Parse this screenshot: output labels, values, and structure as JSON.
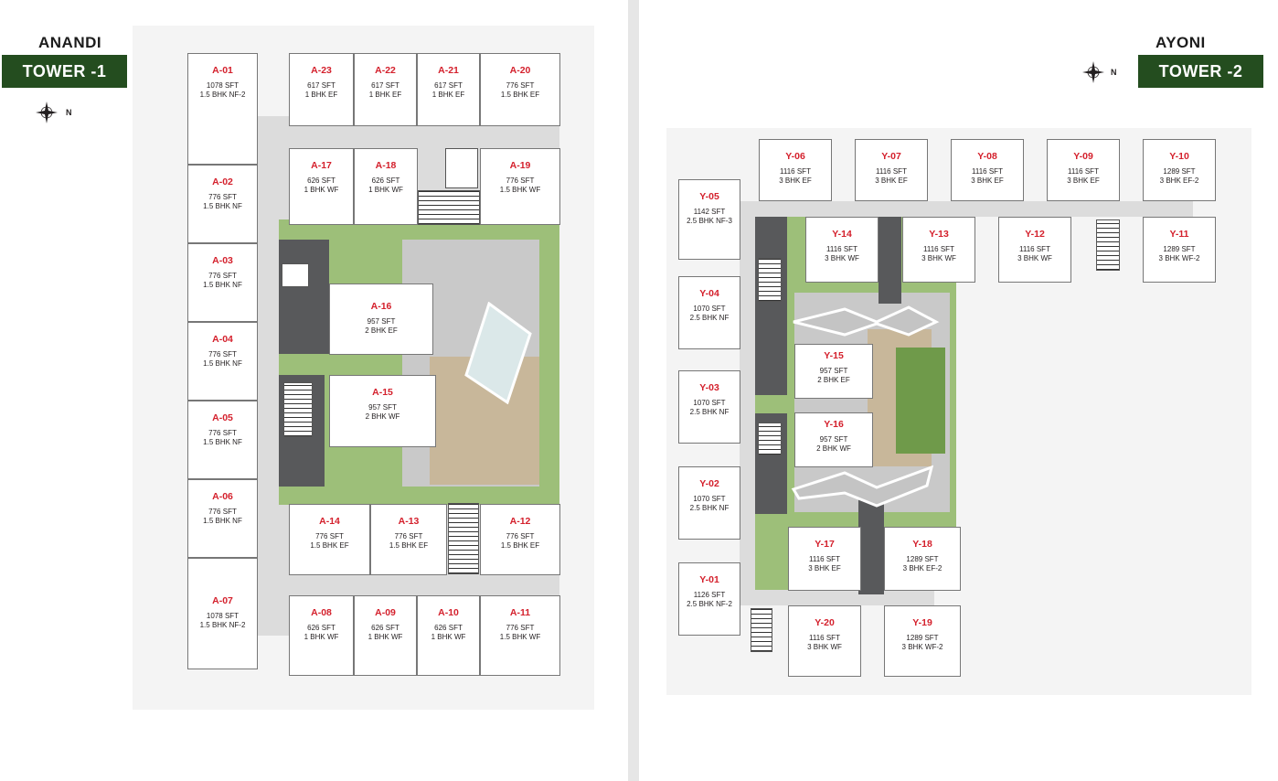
{
  "tower1": {
    "name": "ANANDI",
    "badge": "TOWER -1",
    "north": "N",
    "units": [
      {
        "code": "A-01",
        "area": "1078 SFT",
        "type": "1.5 BHK NF-2"
      },
      {
        "code": "A-02",
        "area": "776 SFT",
        "type": "1.5 BHK NF"
      },
      {
        "code": "A-03",
        "area": "776 SFT",
        "type": "1.5 BHK NF"
      },
      {
        "code": "A-04",
        "area": "776 SFT",
        "type": "1.5 BHK NF"
      },
      {
        "code": "A-05",
        "area": "776 SFT",
        "type": "1.5 BHK NF"
      },
      {
        "code": "A-06",
        "area": "776 SFT",
        "type": "1.5 BHK NF"
      },
      {
        "code": "A-07",
        "area": "1078 SFT",
        "type": "1.5 BHK NF-2"
      },
      {
        "code": "A-08",
        "area": "626 SFT",
        "type": "1 BHK WF"
      },
      {
        "code": "A-09",
        "area": "626 SFT",
        "type": "1 BHK WF"
      },
      {
        "code": "A-10",
        "area": "626 SFT",
        "type": "1 BHK WF"
      },
      {
        "code": "A-11",
        "area": "776 SFT",
        "type": "1.5 BHK WF"
      },
      {
        "code": "A-12",
        "area": "776 SFT",
        "type": "1.5 BHK EF"
      },
      {
        "code": "A-13",
        "area": "776 SFT",
        "type": "1.5 BHK EF"
      },
      {
        "code": "A-14",
        "area": "776 SFT",
        "type": "1.5 BHK EF"
      },
      {
        "code": "A-15",
        "area": "957 SFT",
        "type": "2 BHK WF"
      },
      {
        "code": "A-16",
        "area": "957 SFT",
        "type": "2 BHK EF"
      },
      {
        "code": "A-17",
        "area": "626 SFT",
        "type": "1 BHK WF"
      },
      {
        "code": "A-18",
        "area": "626 SFT",
        "type": "1 BHK WF"
      },
      {
        "code": "A-19",
        "area": "776 SFT",
        "type": "1.5 BHK WF"
      },
      {
        "code": "A-20",
        "area": "776 SFT",
        "type": "1.5 BHK EF"
      },
      {
        "code": "A-21",
        "area": "617 SFT",
        "type": "1 BHK EF"
      },
      {
        "code": "A-22",
        "area": "617 SFT",
        "type": "1 BHK EF"
      },
      {
        "code": "A-23",
        "area": "617 SFT",
        "type": "1 BHK EF"
      }
    ]
  },
  "tower2": {
    "name": "AYONI",
    "badge": "TOWER -2",
    "north": "N",
    "units": [
      {
        "code": "Y-01",
        "area": "1126 SFT",
        "type": "2.5 BHK NF-2"
      },
      {
        "code": "Y-02",
        "area": "1070 SFT",
        "type": "2.5 BHK NF"
      },
      {
        "code": "Y-03",
        "area": "1070 SFT",
        "type": "2.5 BHK NF"
      },
      {
        "code": "Y-04",
        "area": "1070 SFT",
        "type": "2.5 BHK NF"
      },
      {
        "code": "Y-05",
        "area": "1142 SFT",
        "type": "2.5 BHK NF-3"
      },
      {
        "code": "Y-06",
        "area": "1116 SFT",
        "type": "3 BHK EF"
      },
      {
        "code": "Y-07",
        "area": "1116 SFT",
        "type": "3 BHK EF"
      },
      {
        "code": "Y-08",
        "area": "1116 SFT",
        "type": "3 BHK EF"
      },
      {
        "code": "Y-09",
        "area": "1116 SFT",
        "type": "3 BHK EF"
      },
      {
        "code": "Y-10",
        "area": "1289 SFT",
        "type": "3 BHK EF-2"
      },
      {
        "code": "Y-11",
        "area": "1289 SFT",
        "type": "3 BHK WF-2"
      },
      {
        "code": "Y-12",
        "area": "1116 SFT",
        "type": "3 BHK WF"
      },
      {
        "code": "Y-13",
        "area": "1116 SFT",
        "type": "3 BHK WF"
      },
      {
        "code": "Y-14",
        "area": "1116 SFT",
        "type": "3 BHK WF"
      },
      {
        "code": "Y-15",
        "area": "957 SFT",
        "type": "2 BHK EF"
      },
      {
        "code": "Y-16",
        "area": "957 SFT",
        "type": "2 BHK WF"
      },
      {
        "code": "Y-17",
        "area": "1116 SFT",
        "type": "3 BHK EF"
      },
      {
        "code": "Y-18",
        "area": "1289 SFT",
        "type": "3 BHK EF-2"
      },
      {
        "code": "Y-19",
        "area": "1289 SFT",
        "type": "3 BHK WF-2"
      },
      {
        "code": "Y-20",
        "area": "1116 SFT",
        "type": "3 BHK WF"
      }
    ]
  },
  "colors": {
    "unit_code": "#d4202c",
    "badge": "#244d1f",
    "green": "#9dbf79",
    "dark": "#58595b"
  }
}
